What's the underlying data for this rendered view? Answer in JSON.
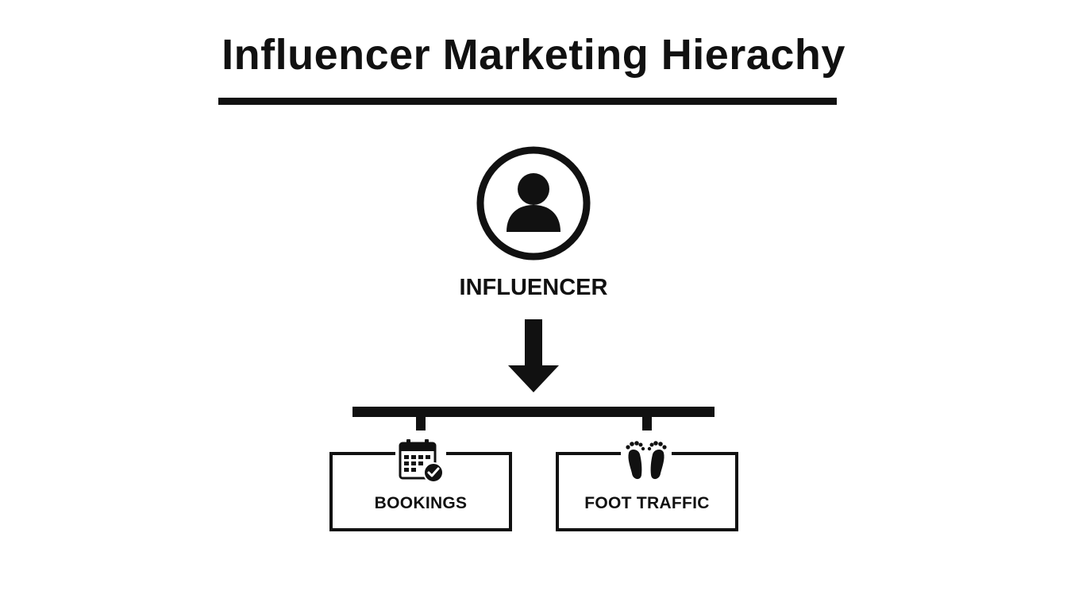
{
  "diagram": {
    "title": "Influencer Marketing Hierachy",
    "root": {
      "label": "INFLUENCER",
      "icon": "user-icon"
    },
    "children": [
      {
        "label": "BOOKINGS",
        "icon": "calendar-check-icon"
      },
      {
        "label": "FOOT TRAFFIC",
        "icon": "footprints-icon"
      }
    ],
    "colors": {
      "ink": "#111111",
      "background": "#ffffff"
    }
  }
}
